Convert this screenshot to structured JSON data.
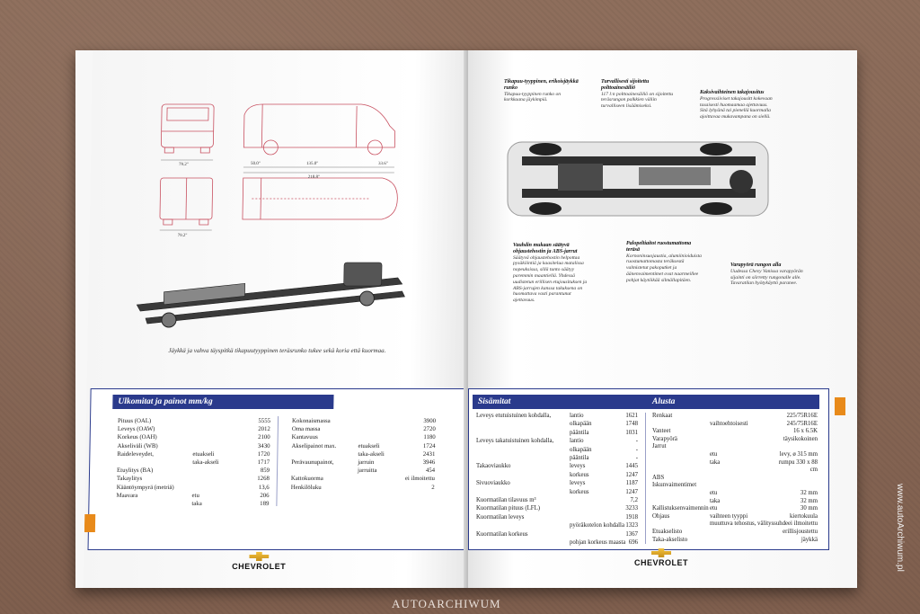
{
  "left_page": {
    "caption": "Jäykkä ja vahva täyspitkä tikapuutyyppinen teräsrunko tukee sekä koria että kuormaa.",
    "dims": {
      "front_width": "79.2\"",
      "rear_width": "79.2\"",
      "overall_length": "218.8\"",
      "wheelbase": "135.0\"",
      "front_overhang": "50.0\"",
      "rear_overhang": "33.6\""
    },
    "spec_header": "Ulkomitat ja painot mm/kg",
    "specs_left": [
      {
        "label": "Pituus (OAL)",
        "sub": "",
        "value": "5555"
      },
      {
        "label": "Leveys (OAW)",
        "sub": "",
        "value": "2012"
      },
      {
        "label": "Korkeus (OAH)",
        "sub": "",
        "value": "2100"
      },
      {
        "label": "Akseliväli (WB)",
        "sub": "",
        "value": "3430"
      },
      {
        "label": "Raideleveydet,",
        "sub": "etuakseli",
        "value": "1720"
      },
      {
        "label": "",
        "sub": "taka-akseli",
        "value": "1717"
      },
      {
        "label": "Etuylitys (BA)",
        "sub": "",
        "value": "859"
      },
      {
        "label": "Takaylitys",
        "sub": "",
        "value": "1268"
      },
      {
        "label": "Kääntöympyrä (metriä)",
        "sub": "",
        "value": "13,6"
      },
      {
        "label": "Maavara",
        "sub": "etu",
        "value": "206"
      },
      {
        "label": "",
        "sub": "taka",
        "value": "189"
      }
    ],
    "specs_right": [
      {
        "label": "Kokonaismassa",
        "sub": "",
        "value": "3900"
      },
      {
        "label": "Oma massa",
        "sub": "",
        "value": "2720"
      },
      {
        "label": "Kantavuus",
        "sub": "",
        "value": "1180"
      },
      {
        "label": "Akselipainot max.",
        "sub": "etuakseli",
        "value": "1724"
      },
      {
        "label": "",
        "sub": "taka-akseli",
        "value": "2431"
      },
      {
        "label": "Perävaunupainot,",
        "sub": "jarruin",
        "value": "3946"
      },
      {
        "label": "",
        "sub": "jarruitta",
        "value": "454"
      },
      {
        "label": "Kattokuorma",
        "sub": "",
        "value": "ei ilmoitettu"
      },
      {
        "label": "Henkilöluku",
        "sub": "",
        "value": "2"
      }
    ],
    "brand": "CHEVROLET"
  },
  "right_page": {
    "callouts": [
      {
        "title": "Tikapuu-tyyppinen, erikoisjäykkä runko",
        "text": "Tikapuu-tyyppinen runko on korkkaana jäykimpiä."
      },
      {
        "title": "Turvallisesti sijoitettu polttoainesäiliö",
        "text": "117 l:n polttoainesäiliö on sijoitettu teräsrungon palkkien väliin turvalliseen lisäämiseksi."
      },
      {
        "title": "Kaksivaihteinen takajousitus",
        "text": "Progressiiviset takajousitt kokevaan tasaisesti huomaamaa ajettavuus. Sitä lyhyänä tai pienellä kuormalla ajoittavaa mukavampana on siellä."
      },
      {
        "title": "Vauhdin mukaan säätyvä ohjaustehostin ja ABS-jarrut",
        "text": "Säätyvä ohjaustehostin helpottaa pysäköintiä ja kaasitelua matalissa nopeuksissa, sillä tunto säätyy paremmin maantiellä. Yhdessä uudistetun erillisen etujousituksen ja ABS-jarrujen kanssa takuksena on huomattava vasti parantunut ajettavuus."
      },
      {
        "title": "Palopeltiaitot ruostumattoma teräsä",
        "text": "Kornoninsuojaustia, alumiinioiduista ruostumattomasta teräksestä valmistetut pakoputket ja äänenvaimentimet ovat naarmeillee pohjat käytöikää silmällapitäen."
      },
      {
        "title": "Varapyörä rungon alla",
        "text": "Uudessa Chevy Vanissa varapyörän sijainti on siirretty rungonalle alle. Tavaratilan hyötykäyttö paranee."
      }
    ],
    "header_left": "Sisämitat",
    "header_right": "Alusta",
    "specs_left": [
      {
        "label": "Leveys etutuistuinen kohdalla,",
        "sub": "lantio",
        "value": "1621"
      },
      {
        "label": "",
        "sub": "olkapään",
        "value": "1748"
      },
      {
        "label": "",
        "sub": "pääntila",
        "value": "1031"
      },
      {
        "label": "Leveys takatuistuinen kohdalla,",
        "sub": "lantio",
        "value": "-"
      },
      {
        "label": "",
        "sub": "olkapään",
        "value": "-"
      },
      {
        "label": "",
        "sub": "pääntila",
        "value": "-"
      },
      {
        "label": "Takaoviaukko",
        "sub": "leveys",
        "value": "1445"
      },
      {
        "label": "",
        "sub": "korkeus",
        "value": "1247"
      },
      {
        "label": "Sivuoviaukko",
        "sub": "leveys",
        "value": "1187"
      },
      {
        "label": "",
        "sub": "korkeus",
        "value": "1247"
      },
      {
        "label": "Kuormatilan tilavuus m³",
        "sub": "",
        "value": "7,2"
      },
      {
        "label": "Kuormatilan pituus (LFL)",
        "sub": "",
        "value": "3233"
      },
      {
        "label": "Kuormatilan leveys",
        "sub": "",
        "value": "1918"
      },
      {
        "label": "",
        "sub": "pyöräkotelon kohdalla",
        "value": "1323"
      },
      {
        "label": "Kuormatilan korkeus",
        "sub": "",
        "value": "1367"
      },
      {
        "label": "",
        "sub": "pohjan korkeus maasta",
        "value": "696"
      }
    ],
    "specs_right": [
      {
        "label": "Renkaat",
        "sub": "",
        "value": "225/75R16E"
      },
      {
        "label": "",
        "sub": "vaihtoehtoisesti",
        "value": "245/75R16E"
      },
      {
        "label": "Vanteet",
        "sub": "",
        "value": "16 x 6.5K"
      },
      {
        "label": "Varapyörä",
        "sub": "",
        "value": "täysikokoinen"
      },
      {
        "label": "Jarrut",
        "sub": "",
        "value": ""
      },
      {
        "label": "",
        "sub": "etu",
        "value": "levy, ø 315 mm"
      },
      {
        "label": "",
        "sub": "taka",
        "value": "rumpu 330 x 88"
      },
      {
        "label": "",
        "sub": "",
        "value": "cm"
      },
      {
        "label": "ABS",
        "sub": "",
        "value": ""
      },
      {
        "label": "Iskunvaimentimet",
        "sub": "",
        "value": ""
      },
      {
        "label": "",
        "sub": "etu",
        "value": "32 mm"
      },
      {
        "label": "",
        "sub": "taka",
        "value": "32 mm"
      },
      {
        "label": "Kallistuksenvaimennin",
        "sub": "etu",
        "value": "30 mm"
      },
      {
        "label": "Ohjaus",
        "sub": "vaihteen tyyppi",
        "value": "kiertokuula"
      },
      {
        "label": "",
        "sub": "muuttuva tehostus, välityssuhde",
        "value": "ei ilmoitettu"
      },
      {
        "label": "Etuakselisto",
        "sub": "",
        "value": "erillisjoustettu"
      },
      {
        "label": "Taka-akselisto",
        "sub": "",
        "value": "jäykkä"
      }
    ],
    "brand": "CHEVROLET"
  },
  "watermark": "AUTOARCHIWUM",
  "sidemark": "www.autoArchiwum.pl",
  "colors": {
    "header_blue": "#2a3a8c",
    "accent_orange": "#e88a1a",
    "drawing_red": "#c85060"
  }
}
